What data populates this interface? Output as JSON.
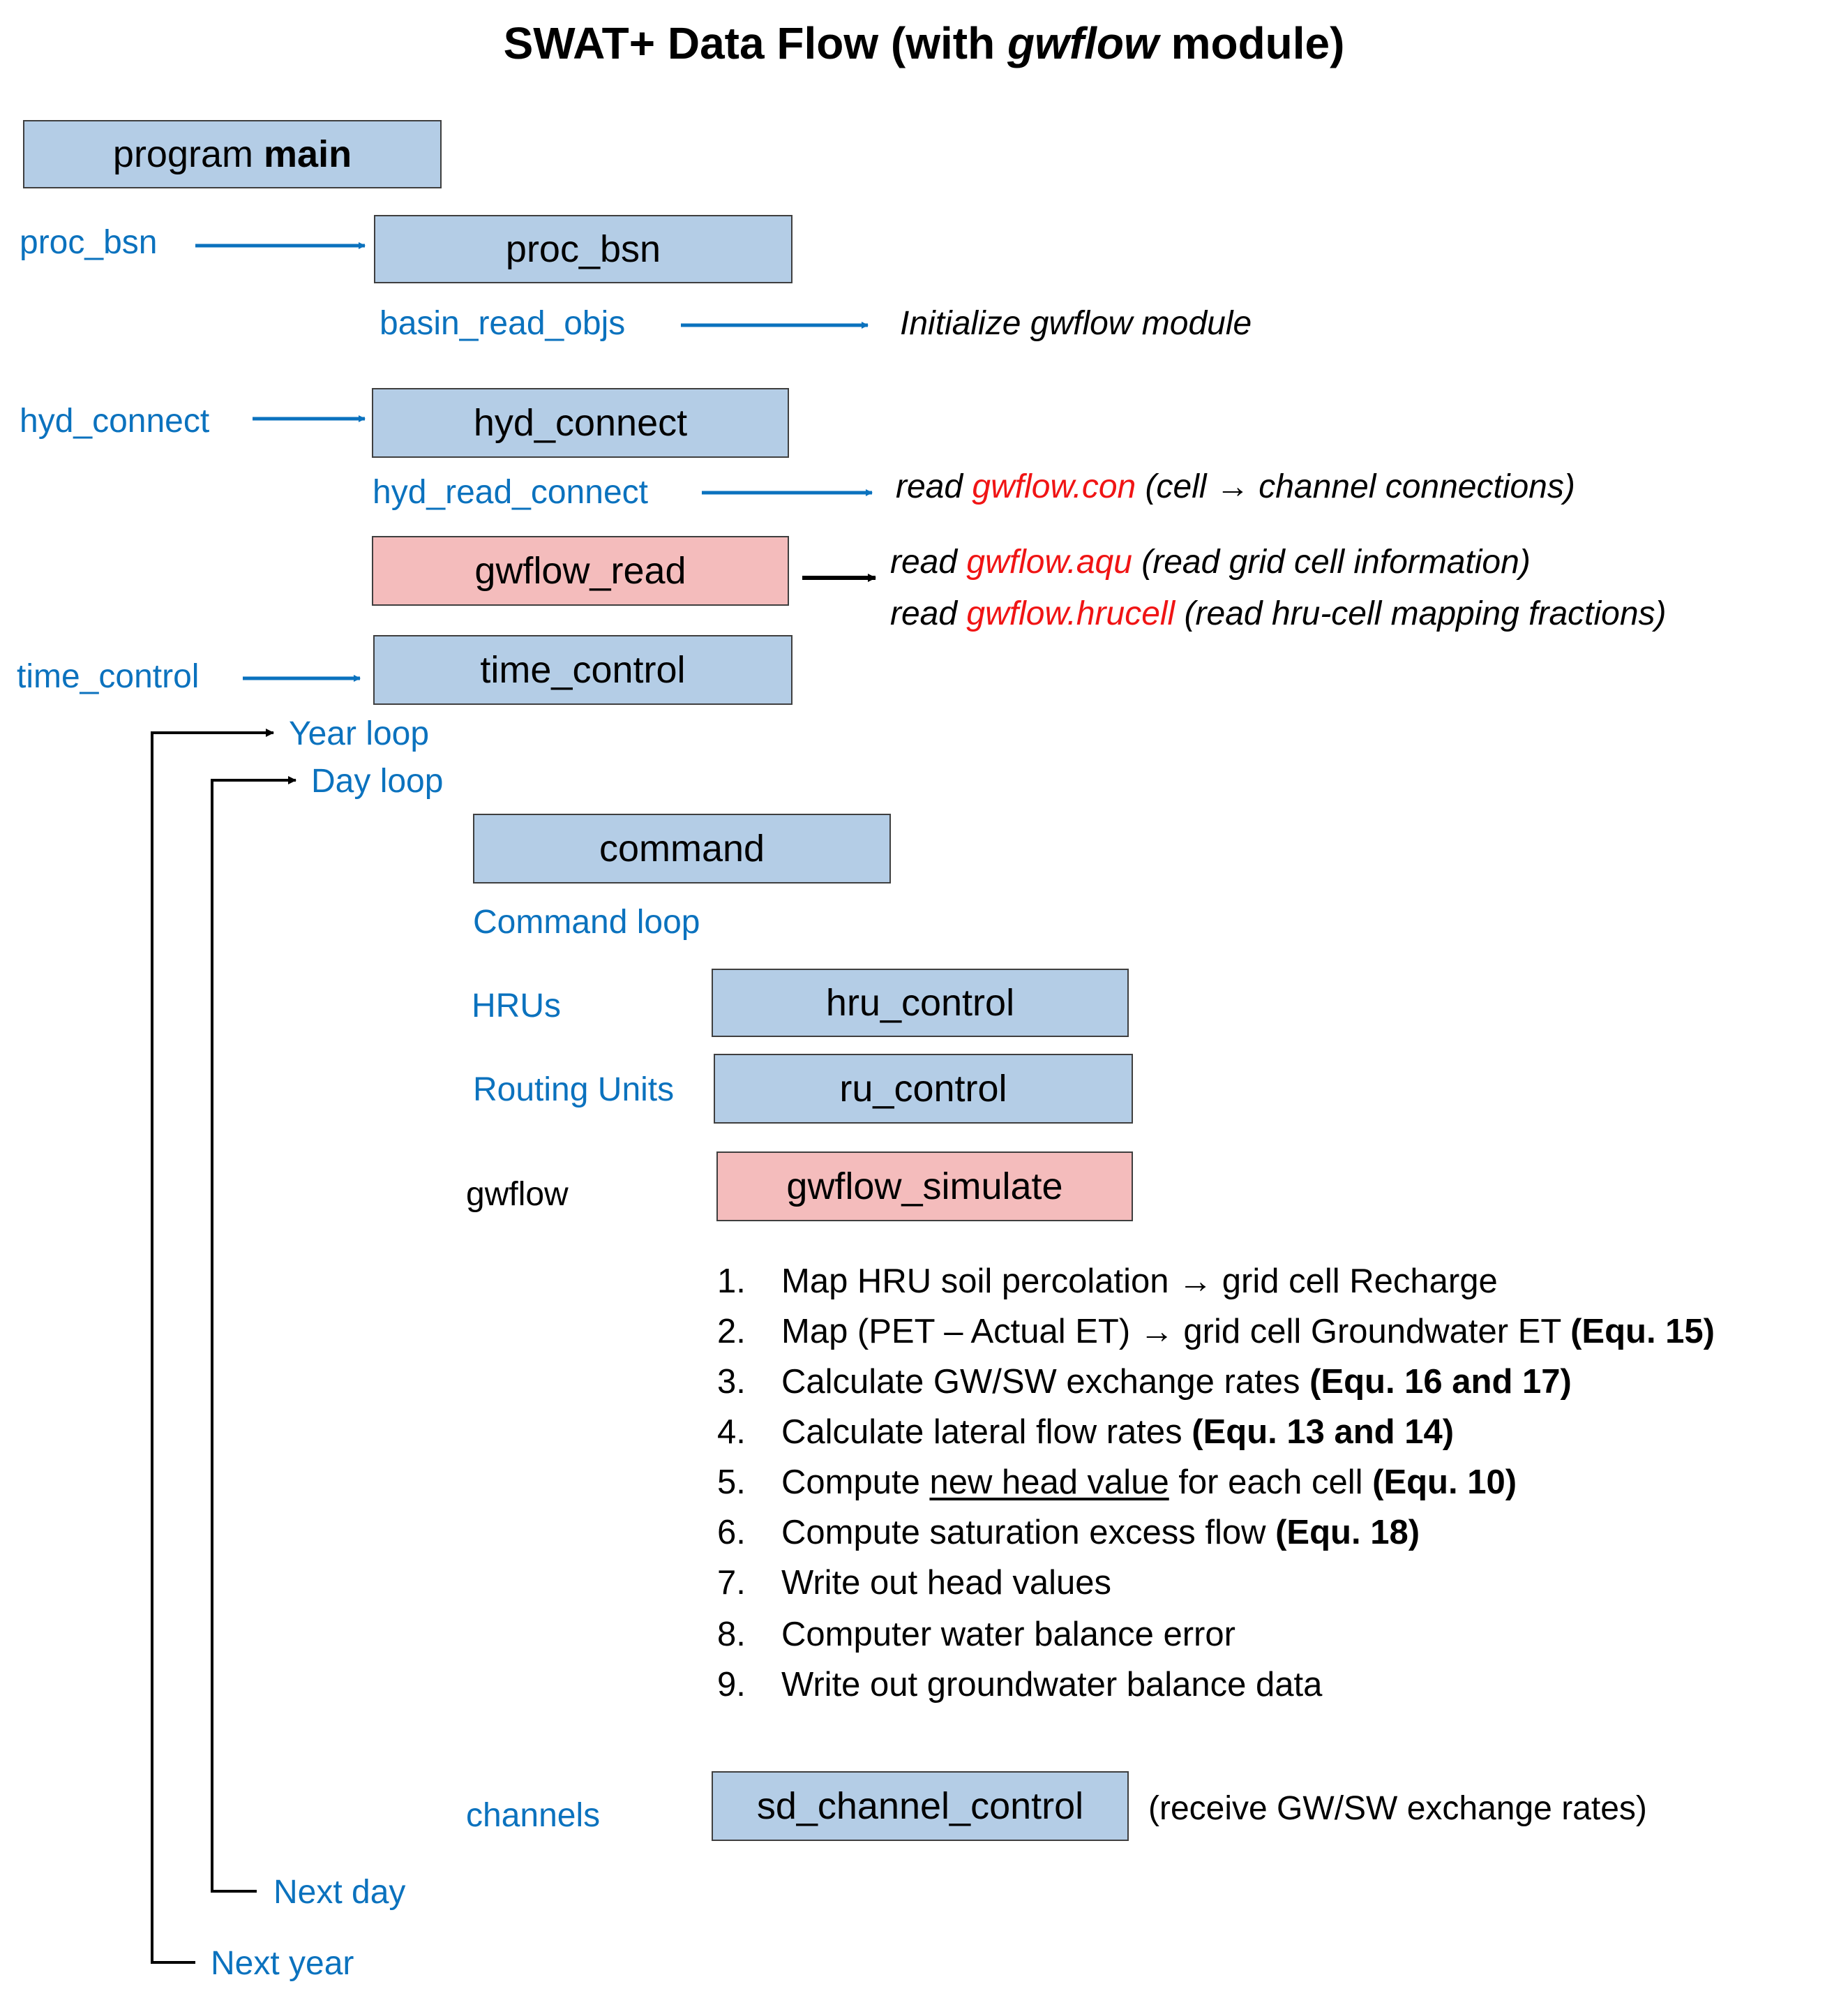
{
  "title": {
    "prefix": "SWAT+ Data Flow (with ",
    "emphasis": "gwflow",
    "suffix": " module)"
  },
  "boxes": {
    "program_main": {
      "prefix": "program ",
      "bold": "main"
    },
    "proc_bsn": "proc_bsn",
    "hyd_connect": "hyd_connect",
    "gwflow_read": "gwflow_read",
    "time_control": "time_control",
    "command": "command",
    "hru_control": "hru_control",
    "ru_control": "ru_control",
    "gwflow_simulate": "gwflow_simulate",
    "sd_channel_control": "sd_channel_control"
  },
  "side_labels": {
    "proc_bsn": "proc_bsn",
    "basin_read_objs": "basin_read_objs",
    "hyd_connect": "hyd_connect",
    "hyd_read_connect": "hyd_read_connect",
    "time_control": "time_control",
    "year_loop": "Year loop",
    "day_loop": "Day loop",
    "command_loop": "Command  loop",
    "hrus": "HRUs",
    "routing_units": "Routing Units",
    "gwflow": "gwflow",
    "channels": "channels",
    "next_day": "Next day",
    "next_year": "Next year"
  },
  "notes": {
    "init_gwflow": "Initialize gwflow module",
    "con": {
      "read": "read ",
      "file": "gwflow.con",
      "desc": " (cell → channel connections)"
    },
    "aqu": {
      "read": "read ",
      "file": "gwflow.aqu",
      "desc": " (read grid cell information)"
    },
    "hrucell": {
      "read": "read ",
      "file": "gwflow.hrucell",
      "desc": " (read hru-cell mapping fractions)"
    },
    "channel_note": "(receive GW/SW exchange rates)"
  },
  "steps": [
    {
      "num": "1.",
      "text": "Map HRU soil percolation → grid cell Recharge",
      "bold": ""
    },
    {
      "num": "2.",
      "text": "Map (PET – Actual ET) → grid cell Groundwater ET ",
      "bold": "(Equ.  15)"
    },
    {
      "num": "3.",
      "text": "Calculate GW/SW exchange rates ",
      "bold": "(Equ. 16 and 17)"
    },
    {
      "num": "4.",
      "text": "Calculate lateral flow rates ",
      "bold": "(Equ. 13 and 14)"
    },
    {
      "num": "5.",
      "pre": "Compute ",
      "underline": "new head value",
      "text": " for each cell ",
      "bold": "(Equ. 10)"
    },
    {
      "num": "6.",
      "text": "Compute saturation excess flow ",
      "bold": "(Equ. 18)"
    },
    {
      "num": "7.",
      "text": "Write out head values",
      "bold": ""
    },
    {
      "num": "8.",
      "text": "Computer water balance error",
      "bold": ""
    },
    {
      "num": "9.",
      "text": "Write out groundwater balance data",
      "bold": ""
    }
  ],
  "colors": {
    "label_blue": "#0b72be",
    "file_red": "#f01414",
    "box_blue": "#b4cde6",
    "box_pink": "#f4bcbc"
  }
}
